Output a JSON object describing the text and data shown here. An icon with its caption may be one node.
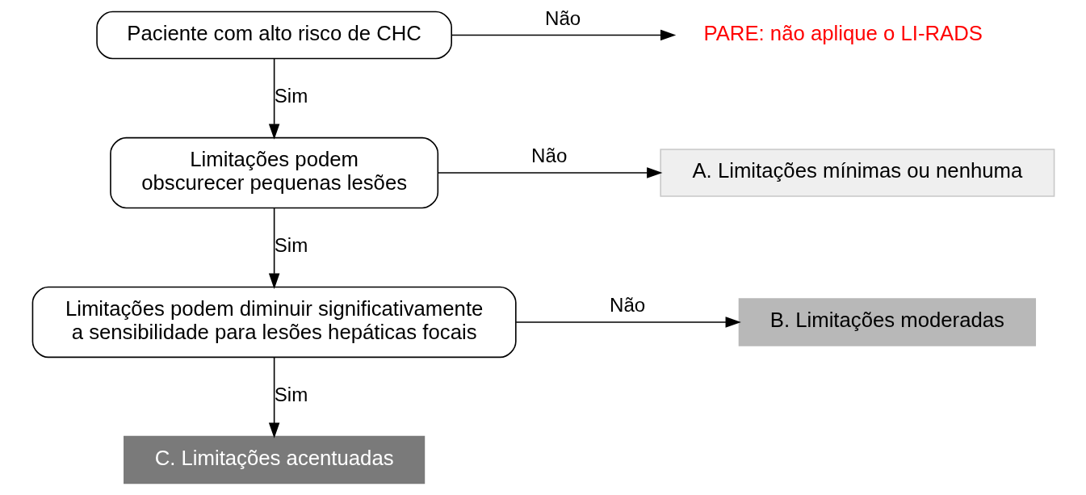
{
  "diagram": {
    "nodes": [
      {
        "text": [
          "Paciente com alto risco de CHC"
        ]
      },
      {
        "text": [
          "PARE: não aplique o LI-RADS"
        ]
      },
      {
        "text": [
          "Limitações podem obscurecer pequenas lesões"
        ]
      },
      {
        "text": [
          "A. Limitações mínimas ou nenhuma"
        ]
      },
      {
        "text": [
          "Limitações podem diminuir significativamente a sensibilidade para lesões hepáticas focais"
        ]
      },
      {
        "text": [
          "B. Limitações moderadas"
        ]
      },
      {
        "text": [
          "C. Limitações acentuadas"
        ]
      }
    ],
    "edges": [
      {
        "from": 0,
        "to": 1,
        "arrow": "to",
        "label": "Não"
      },
      {
        "from": 0,
        "to": 2,
        "arrow": "to",
        "label": "Sim"
      },
      {
        "from": 2,
        "to": 3,
        "arrow": "to",
        "label": "Não"
      },
      {
        "from": 2,
        "to": 4,
        "arrow": "to",
        "label": "Sim"
      },
      {
        "from": 4,
        "to": 5,
        "arrow": "to",
        "label": "Não"
      },
      {
        "from": 4,
        "to": 6,
        "arrow": "to",
        "label": "Sim"
      }
    ]
  }
}
